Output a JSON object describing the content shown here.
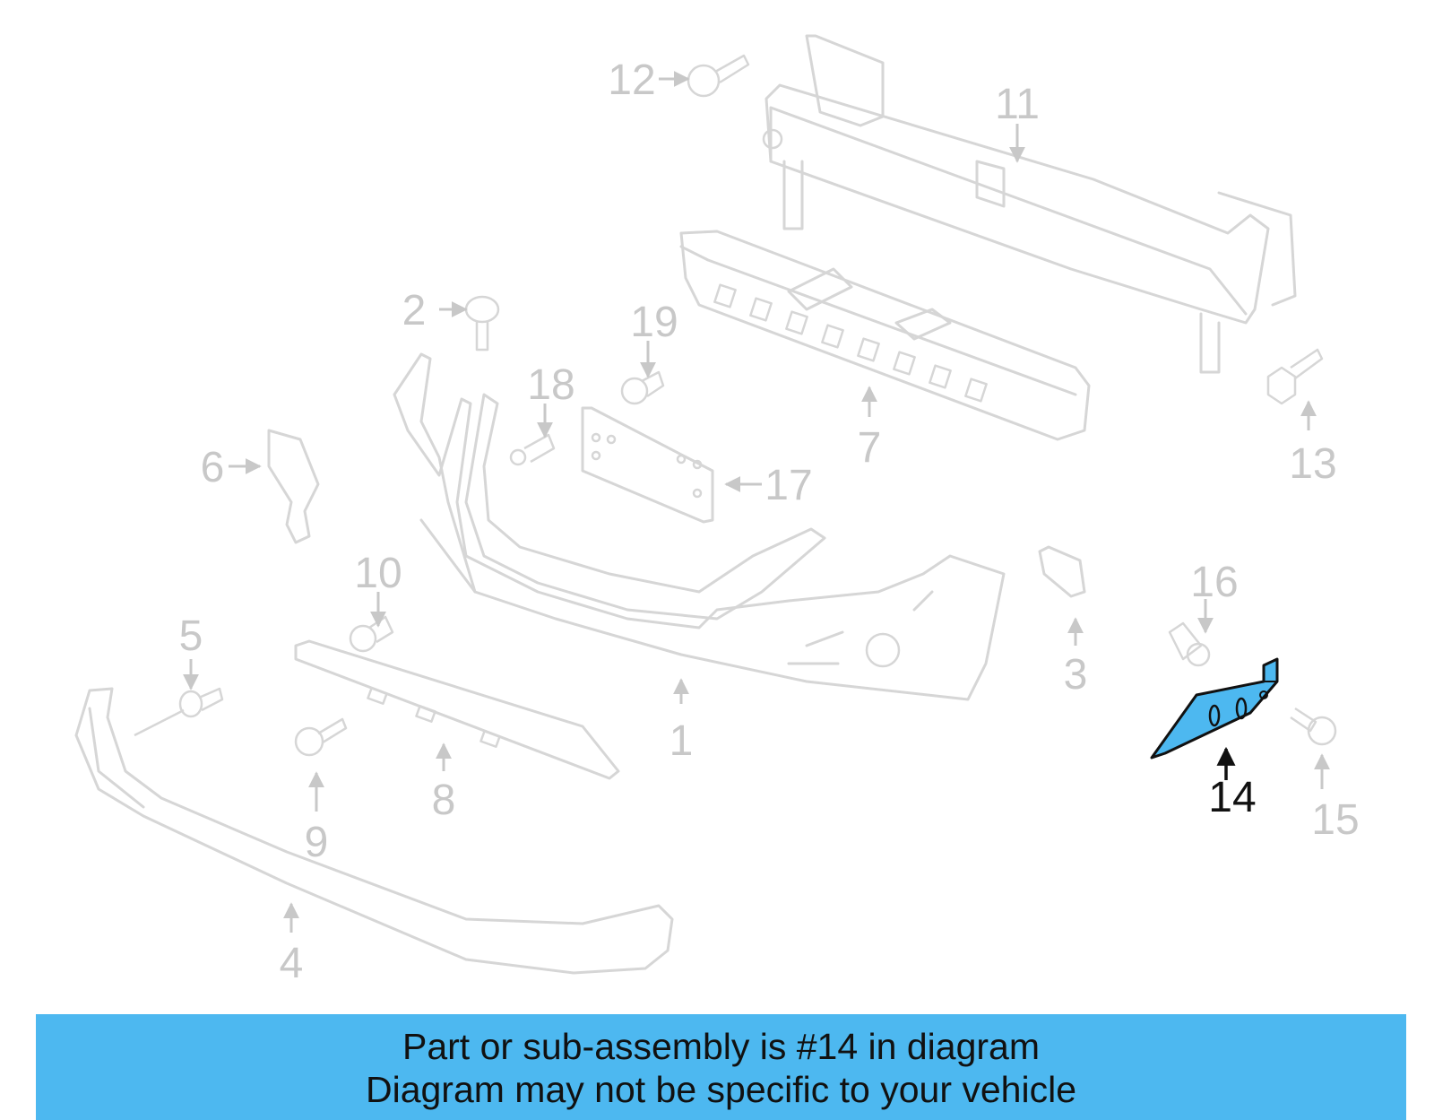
{
  "diagram": {
    "callouts": [
      "1",
      "2",
      "3",
      "4",
      "5",
      "6",
      "7",
      "8",
      "9",
      "10",
      "11",
      "12",
      "13",
      "14",
      "15",
      "16",
      "17",
      "18",
      "19"
    ],
    "highlighted_part": "14",
    "highlight_color": "#4db8f0",
    "outline_color": "#d6d6d6"
  },
  "banner": {
    "line1": "Part or sub-assembly is #14 in diagram",
    "line2": "Diagram may not be specific to your vehicle",
    "background": "#4db8f0"
  }
}
